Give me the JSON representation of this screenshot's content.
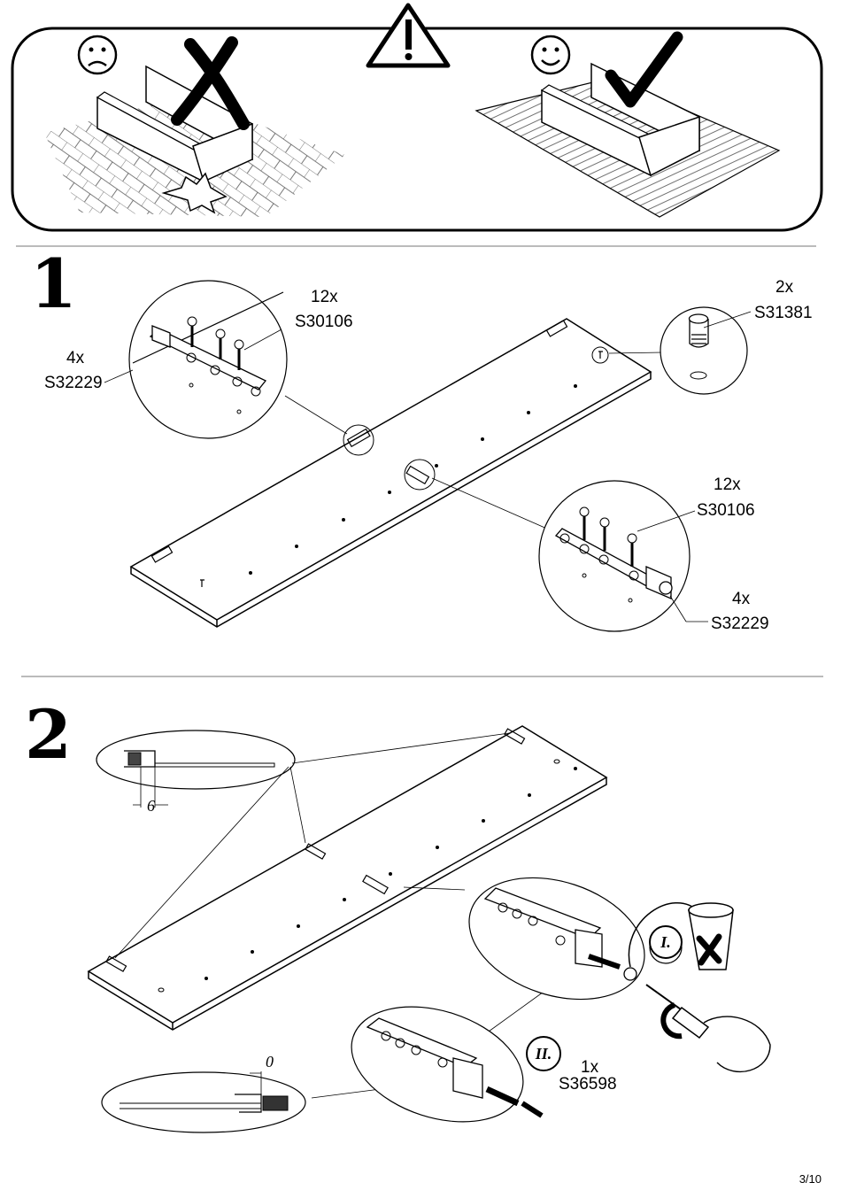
{
  "steps": {
    "one": "1",
    "two": "2"
  },
  "step1": {
    "screw_qty_top": "12x",
    "screw_code_top": "S30106",
    "bracket_qty_left": "4x",
    "bracket_code_left": "S32229",
    "dowel_qty": "2x",
    "dowel_code": "S31381",
    "screw_qty_right": "12x",
    "screw_code_right": "S30106",
    "bracket_qty_right": "4x",
    "bracket_code_right": "S32229"
  },
  "step2": {
    "dim_gap_6": "6",
    "dim_gap_0": "0",
    "stage_i": "I.",
    "stage_ii": "II.",
    "bolt_qty": "1x",
    "bolt_code": "S36598"
  },
  "footer": {
    "page_number": "3/10"
  }
}
